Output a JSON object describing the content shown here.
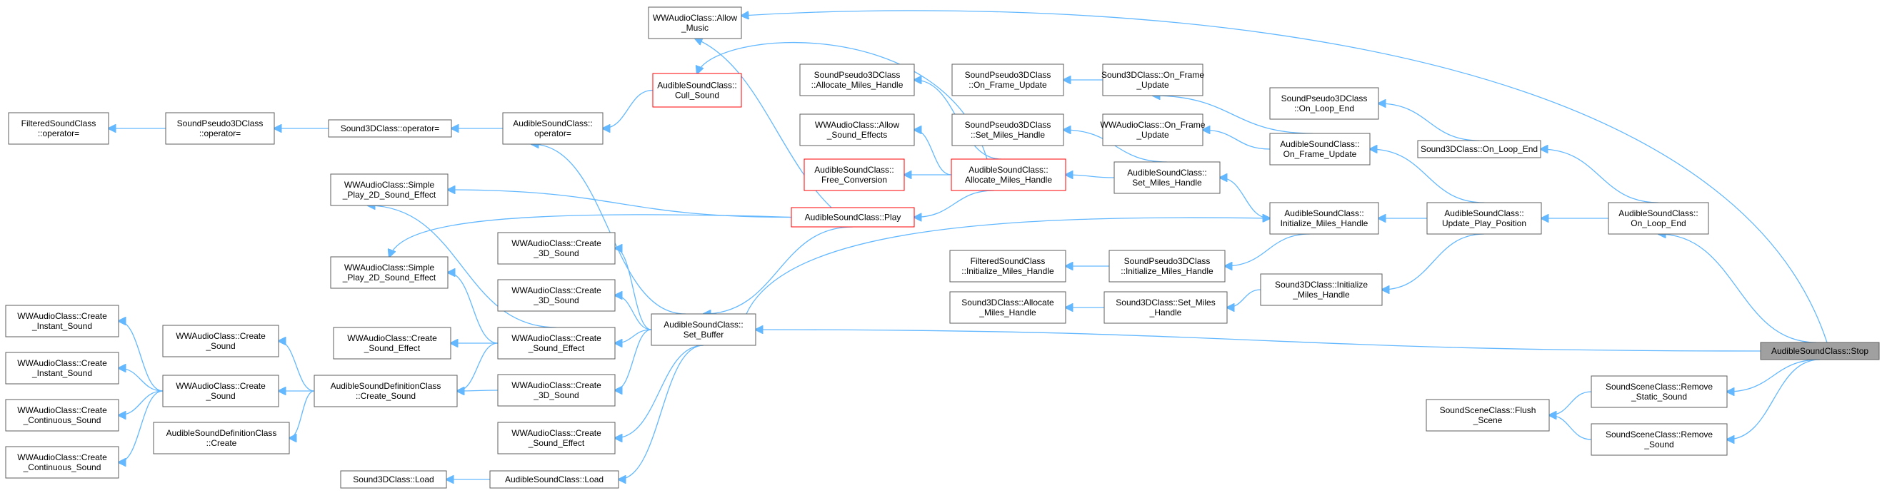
{
  "graph": {
    "root": "n_stop",
    "colors": {
      "edge": "#63b8ff",
      "node_border": "#5e5e5e",
      "highlight_border": "#ff0000",
      "root_fill": "#a0a0a0"
    },
    "nodes": [
      {
        "id": "n_filt_op",
        "lines": [
          "FilteredSoundClass",
          "::operator="
        ]
      },
      {
        "id": "n_pseudo_op",
        "lines": [
          "SoundPseudo3DClass",
          "::operator="
        ]
      },
      {
        "id": "n_s3d_op",
        "lines": [
          "Sound3DClass::operator="
        ]
      },
      {
        "id": "n_aud_op",
        "lines": [
          "AudibleSoundClass::",
          "operator="
        ]
      },
      {
        "id": "n_allow_music",
        "lines": [
          "WWAudioClass::Allow",
          "_Music"
        ]
      },
      {
        "id": "n_cull",
        "lines": [
          "AudibleSoundClass::",
          "Cull_Sound"
        ],
        "red": true
      },
      {
        "id": "n_play",
        "lines": [
          "AudibleSoundClass::Play"
        ],
        "red": true
      },
      {
        "id": "n_free_conv",
        "lines": [
          "AudibleSoundClass::",
          "Free_Conversion"
        ],
        "red": true
      },
      {
        "id": "n_alloc",
        "lines": [
          "AudibleSoundClass::",
          "Allocate_Miles_Handle"
        ],
        "red": true
      },
      {
        "id": "n_pseudo_alloc",
        "lines": [
          "SoundPseudo3DClass",
          "::Allocate_Miles_Handle"
        ]
      },
      {
        "id": "n_allow_fx",
        "lines": [
          "WWAudioClass::Allow",
          "_Sound_Effects"
        ]
      },
      {
        "id": "n_simple1",
        "lines": [
          "WWAudioClass::Simple",
          "_Play_2D_Sound_Effect"
        ]
      },
      {
        "id": "n_simple2",
        "lines": [
          "WWAudioClass::Simple",
          "_Play_2D_Sound_Effect"
        ]
      },
      {
        "id": "n_pseudo_onframe",
        "lines": [
          "SoundPseudo3DClass",
          "::On_Frame_Update"
        ]
      },
      {
        "id": "n_s3d_onframe",
        "lines": [
          "Sound3DClass::On_Frame",
          "_Update"
        ]
      },
      {
        "id": "n_pseudo_onloop",
        "lines": [
          "SoundPseudo3DClass",
          "::On_Loop_End"
        ]
      },
      {
        "id": "n_ww_onframe",
        "lines": [
          "WWAudioClass::On_Frame",
          "_Update"
        ]
      },
      {
        "id": "n_aud_onframe",
        "lines": [
          "AudibleSoundClass::",
          "On_Frame_Update"
        ]
      },
      {
        "id": "n_pseudo_setmiles",
        "lines": [
          "SoundPseudo3DClass",
          "::Set_Miles_Handle"
        ]
      },
      {
        "id": "n_aud_setmiles",
        "lines": [
          "AudibleSoundClass::",
          "Set_Miles_Handle"
        ]
      },
      {
        "id": "n_s3d_onloop",
        "lines": [
          "Sound3DClass::On_Loop_End"
        ]
      },
      {
        "id": "n_aud_init",
        "lines": [
          "AudibleSoundClass::",
          "Initialize_Miles_Handle"
        ]
      },
      {
        "id": "n_aud_update",
        "lines": [
          "AudibleSoundClass::",
          "Update_Play_Position"
        ]
      },
      {
        "id": "n_aud_onloop",
        "lines": [
          "AudibleSoundClass::",
          "On_Loop_End"
        ]
      },
      {
        "id": "n_filt_init",
        "lines": [
          "FilteredSoundClass",
          "::Initialize_Miles_Handle"
        ]
      },
      {
        "id": "n_pseudo_init",
        "lines": [
          "SoundPseudo3DClass",
          "::Initialize_Miles_Handle"
        ]
      },
      {
        "id": "n_s3d_alloc",
        "lines": [
          "Sound3DClass::Allocate",
          "_Miles_Handle"
        ]
      },
      {
        "id": "n_s3d_setmiles",
        "lines": [
          "Sound3DClass::Set_Miles",
          "_Handle"
        ]
      },
      {
        "id": "n_s3d_init",
        "lines": [
          "Sound3DClass::Initialize",
          "_Miles_Handle"
        ]
      },
      {
        "id": "n_create3d_a",
        "lines": [
          "WWAudioClass::Create",
          "_3D_Sound"
        ]
      },
      {
        "id": "n_create3d_b",
        "lines": [
          "WWAudioClass::Create",
          "_3D_Sound"
        ]
      },
      {
        "id": "n_create3d_c",
        "lines": [
          "WWAudioClass::Create",
          "_3D_Sound"
        ]
      },
      {
        "id": "n_create_fx_left",
        "lines": [
          "WWAudioClass::Create",
          "_Sound_Effect"
        ]
      },
      {
        "id": "n_create_fx_mid",
        "lines": [
          "WWAudioClass::Create",
          "_Sound_Effect"
        ]
      },
      {
        "id": "n_create_fx_low",
        "lines": [
          "WWAudioClass::Create",
          "_Sound_Effect"
        ]
      },
      {
        "id": "n_setbuf",
        "lines": [
          "AudibleSoundClass::",
          "Set_Buffer"
        ]
      },
      {
        "id": "n_stop",
        "lines": [
          "AudibleSoundClass::Stop"
        ],
        "root": true
      },
      {
        "id": "n_inst1",
        "lines": [
          "WWAudioClass::Create",
          "_Instant_Sound"
        ]
      },
      {
        "id": "n_inst2",
        "lines": [
          "WWAudioClass::Create",
          "_Instant_Sound"
        ]
      },
      {
        "id": "n_cont1",
        "lines": [
          "WWAudioClass::Create",
          "_Continuous_Sound"
        ]
      },
      {
        "id": "n_cont2",
        "lines": [
          "WWAudioClass::Create",
          "_Continuous_Sound"
        ]
      },
      {
        "id": "n_create_sound_top",
        "lines": [
          "WWAudioClass::Create",
          "_Sound"
        ]
      },
      {
        "id": "n_create_sound",
        "lines": [
          "WWAudioClass::Create",
          "_Sound"
        ]
      },
      {
        "id": "n_def_create",
        "lines": [
          "AudibleSoundDefinitionClass",
          "::Create"
        ]
      },
      {
        "id": "n_def_create_sound",
        "lines": [
          "AudibleSoundDefinitionClass",
          "::Create_Sound"
        ]
      },
      {
        "id": "n_s3d_load",
        "lines": [
          "Sound3DClass::Load"
        ]
      },
      {
        "id": "n_aud_load",
        "lines": [
          "AudibleSoundClass::Load"
        ]
      },
      {
        "id": "n_scene_static",
        "lines": [
          "SoundSceneClass::Remove",
          "_Static_Sound"
        ]
      },
      {
        "id": "n_scene_flush",
        "lines": [
          "SoundSceneClass::Flush",
          "_Scene"
        ]
      },
      {
        "id": "n_scene_remove",
        "lines": [
          "SoundSceneClass::Remove",
          "_Sound"
        ]
      }
    ]
  }
}
